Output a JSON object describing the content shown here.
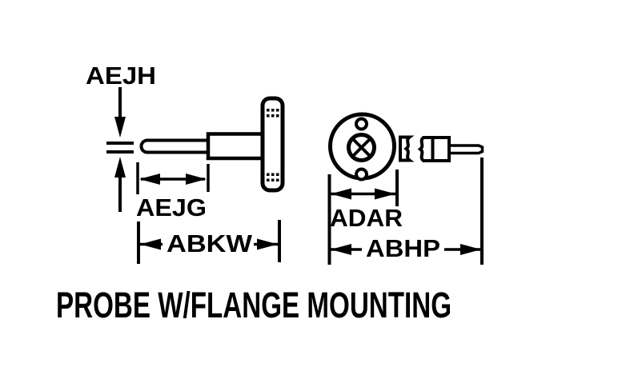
{
  "figure": {
    "title": "PROBE W/FLANGE MOUNTING",
    "background_color": "#ffffff",
    "line_color": "#000000",
    "dimension_labels": {
      "aejh": "AEJH",
      "aejg": "AEJG",
      "abkw": "ABKW",
      "adar": "ADAR",
      "abhp": "ABHP"
    }
  }
}
